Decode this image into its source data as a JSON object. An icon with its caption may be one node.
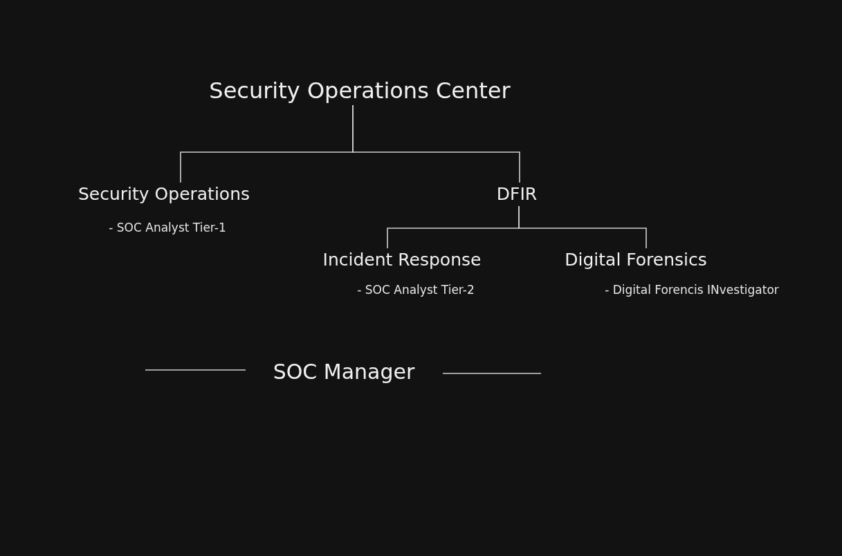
{
  "diagram": {
    "nodes": [
      {
        "text": [
          "Security Operations Center"
        ]
      },
      {
        "text": [
          "Security Operations"
        ],
        "beside": [
          "- SOC Analyst Tier-1"
        ]
      },
      {
        "text": [
          "DFIR"
        ]
      },
      {
        "text": [
          "Incident Response"
        ],
        "beside": [
          "- SOC Analyst Tier-2"
        ]
      },
      {
        "text": [
          "Digital Forensics"
        ],
        "beside": [
          "- Digital Forencis INvestigator"
        ]
      }
    ],
    "edges": [
      {
        "from": 0,
        "to": 1,
        "arrow": "none"
      },
      {
        "from": 0,
        "to": 2,
        "arrow": "none"
      },
      {
        "from": 2,
        "to": 3,
        "arrow": "none"
      },
      {
        "from": 2,
        "to": 4,
        "arrow": "none"
      }
    ],
    "labels": [
      "SOC Manager"
    ]
  }
}
